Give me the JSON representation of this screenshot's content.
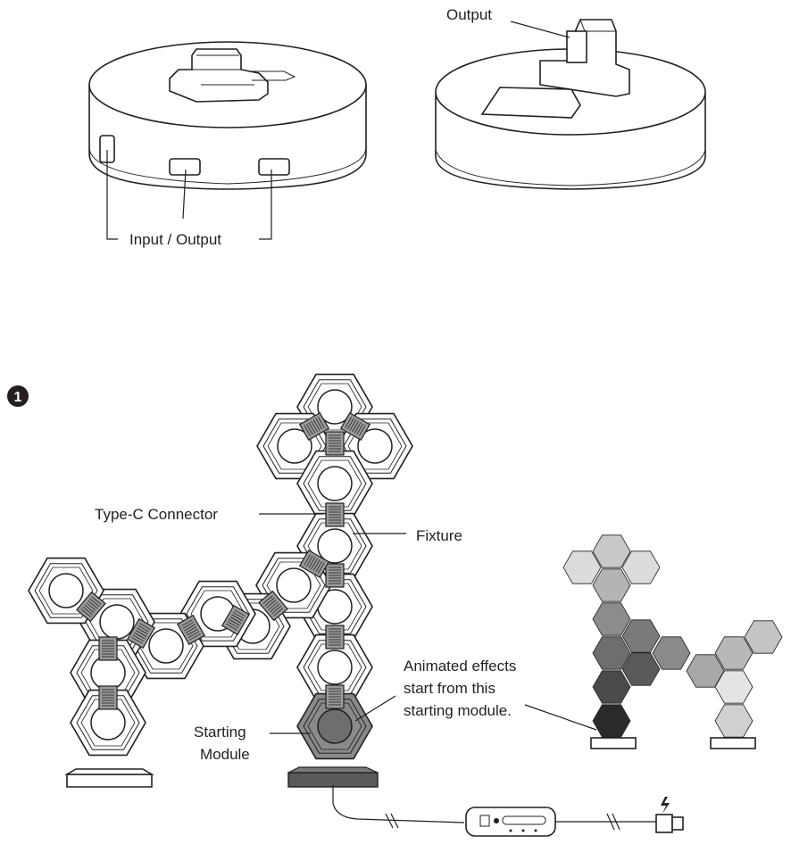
{
  "step_marker": "1",
  "labels": {
    "base_input_output": "Input / Output",
    "base_output": "Output",
    "type_c_connector": "Type-C Connector",
    "fixture": "Fixture",
    "starting_module_line1": "Starting",
    "starting_module_line2": "Module",
    "effects_line1": "Animated effects",
    "effects_line2": "start from this",
    "effects_line3": "starting module."
  },
  "colors": {
    "line": "#231f20",
    "start_module_fill": "#6e6e6e",
    "base_dark": "#5a5a5a"
  },
  "preview_hex_shades": [
    "#dcdcdc",
    "#c8c8c8",
    "#dcdcdc",
    "#b4b4b4",
    "#8c8c8c",
    "#7a7a7a",
    "#6e6e6e",
    "#4a4a4a",
    "#5a5a5a",
    "#8a8a8a",
    "#a8a8a8",
    "#b8b8b8",
    "#c4c4c4",
    "#e4e4e4",
    "#d0d0d0",
    "#e8e8e8",
    "#2a2a2a"
  ]
}
